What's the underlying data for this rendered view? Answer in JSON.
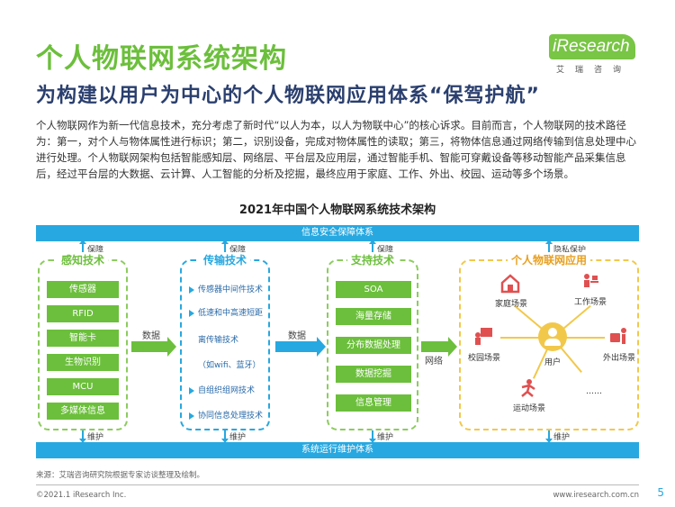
{
  "title": "个人物联网系统架构",
  "subtitle": "为构建以用户为中心的个人物联网应用体系“保驾护航”",
  "logo": {
    "brand": "iResearch",
    "sub": "艾瑞咨询"
  },
  "intro": "个人物联网作为新一代信息技术，充分考虑了新时代“以人为本，以人为物联中心”的核心诉求。目前而言，个人物联网的技术路径为：第一，对个人与物体属性进行标识；第二，识别设备，完成对物体属性的读取；第三，将物体信息通过网络传输到信息处理中心进行处理。个人物联网架构包括智能感知层、网络层、平台层及应用层，通过智能手机、智能可穿戴设备等移动智能产品采集信息后，经过平台层的大数据、云计算、人工智能的分析及挖掘，最终应用于家庭、工作、外出、校园、运动等多个场景。",
  "diagram_title": "2021年中国个人物联网系统技术架构",
  "top_bar": "信息安全保障体系",
  "bottom_bar": "系统运行维护体系",
  "top_labels": [
    "保障",
    "保障",
    "保障",
    "隐私保护"
  ],
  "bottom_labels": [
    "维护",
    "维护",
    "维护",
    "维护"
  ],
  "sensing": {
    "title": "感知技术",
    "items": [
      "传感器",
      "RFID",
      "智能卡",
      "生物识别",
      "MCU",
      "多媒体信息"
    ]
  },
  "transport": {
    "title": "传输技术",
    "items": [
      "传感器中间件技术",
      "低速和中高速短距",
      "离传输技术",
      "（如wifi、蓝牙）",
      "自组织组网技术",
      "协同信息处理技术"
    ]
  },
  "support": {
    "title": "支持技术",
    "items": [
      "SOA",
      "海量存储",
      "分布数据处理",
      "数据挖掘",
      "信息管理"
    ]
  },
  "application": {
    "title": "个人物联网应用",
    "scenes": [
      "家庭场景",
      "工作场景",
      "校园场景",
      "用户",
      "外出场景",
      "运动场景",
      "……"
    ]
  },
  "arrows": {
    "a1": "数据",
    "a2": "数据",
    "a3": "网络"
  },
  "colors": {
    "green": "#6cbf3c",
    "blue": "#27a8e0",
    "yellow": "#f2c84b",
    "navy": "#2a3f6e"
  },
  "footer": {
    "source": "来源：艾瑞咨询研究院根据专家访谈整理及绘制。",
    "copyright": "©2021.1 iResearch Inc.",
    "site": "www.iresearch.com.cn",
    "page": "5"
  }
}
